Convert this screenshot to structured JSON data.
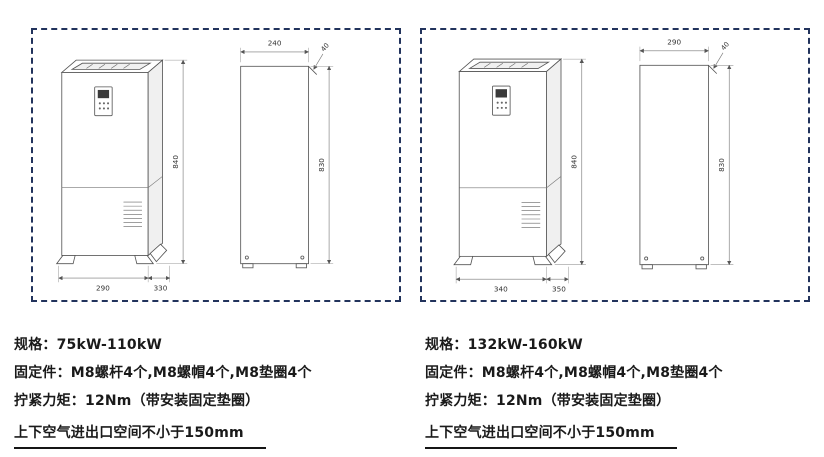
{
  "panels": [
    {
      "front_view": {
        "height_dim": "840",
        "width_dim": "290",
        "depth_dim": "330"
      },
      "side_view": {
        "top_dim": "240",
        "flange_dim": "40",
        "height_dim": "830"
      },
      "specs": {
        "spec": "规格：75kW-110kW",
        "fasteners": "固定件：M8螺杆4个,M8螺帽4个,M8垫圈4个",
        "torque": "拧紧力矩：12Nm（带安装固定垫圈）",
        "clearance": "上下空气进出口空间不小于150mm"
      }
    },
    {
      "front_view": {
        "height_dim": "840",
        "width_dim": "340",
        "depth_dim": "350"
      },
      "side_view": {
        "top_dim": "290",
        "flange_dim": "40",
        "height_dim": "830"
      },
      "specs": {
        "spec": "规格：132kW-160kW",
        "fasteners": "固定件：M8螺杆4个,M8螺帽4个,M8垫圈4个",
        "torque": "拧紧力矩：12Nm（带安装固定垫圈）",
        "clearance": "上下空气进出口空间不小于150mm"
      }
    }
  ],
  "colors": {
    "dashed_border": "#22335c",
    "drawing_line": "#555555",
    "text": "#1a1a1a"
  }
}
